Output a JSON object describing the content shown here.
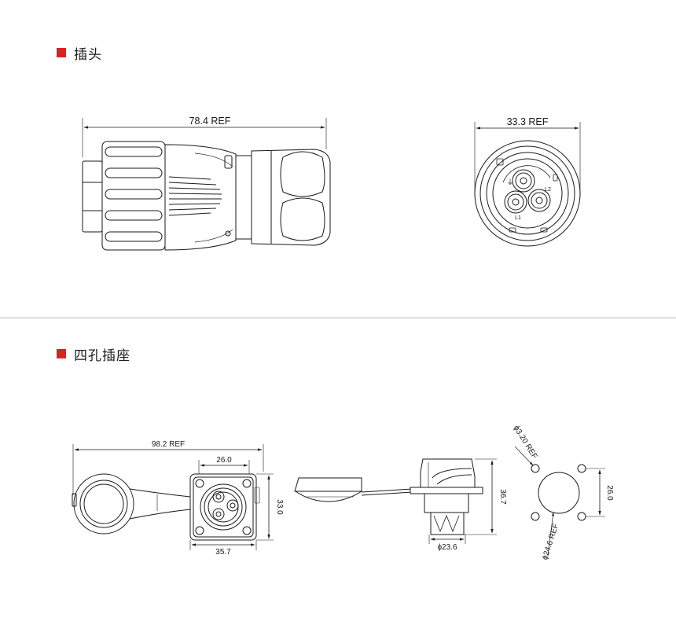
{
  "sections": {
    "plug_title": "插头",
    "socket_title": "四孔插座"
  },
  "plug": {
    "side_view": {
      "length_label": "78.4 REF"
    },
    "front_view": {
      "diameter_label": "33.3 REF",
      "pin_labels": {
        "ground": "⏚",
        "l1": "L1",
        "l2": "L2"
      }
    }
  },
  "socket": {
    "top_view": {
      "total_length_label": "98.2 REF",
      "flange_inner_label": "26.0",
      "flange_height_label": "33.0",
      "flange_outer_label": "35.7"
    },
    "side_view": {
      "height_label": "36.7",
      "body_diameter_label": "ϕ23.6"
    },
    "panel_cutout": {
      "hole_label": "ϕ3.20 REF",
      "spacing_label": "26.0",
      "bore_label": "ϕ24.6 REF"
    }
  },
  "colors": {
    "accent": "#d9251d",
    "line": "#1a1a1a",
    "divider": "#bdbdbd"
  }
}
